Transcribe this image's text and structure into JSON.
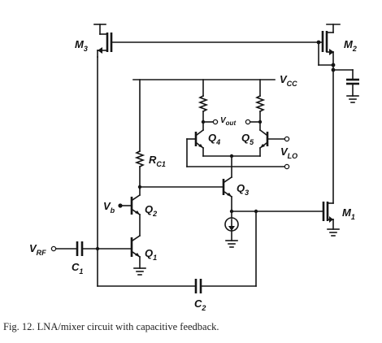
{
  "caption": "Fig. 12.   LNA/mixer circuit with capacitive feedback.",
  "labels": {
    "m3": "M",
    "m3_sub": "3",
    "m2": "M",
    "m2_sub": "2",
    "m1": "M",
    "m1_sub": "1",
    "vcc": "V",
    "vcc_sub": "CC",
    "vout": "V",
    "vout_sub": "out",
    "q4": "Q",
    "q4_sub": "4",
    "q5": "Q",
    "q5_sub": "5",
    "vlo": "V",
    "vlo_sub": "LO",
    "rc1": "R",
    "rc1_sub": "C1",
    "q3": "Q",
    "q3_sub": "3",
    "vb": "V",
    "vb_sub": "b",
    "q2": "Q",
    "q2_sub": "2",
    "vrf": "V",
    "vrf_sub": "RF",
    "c1": "C",
    "c1_sub": "1",
    "q1": "Q",
    "q1_sub": "1",
    "c2": "C",
    "c2_sub": "2"
  }
}
